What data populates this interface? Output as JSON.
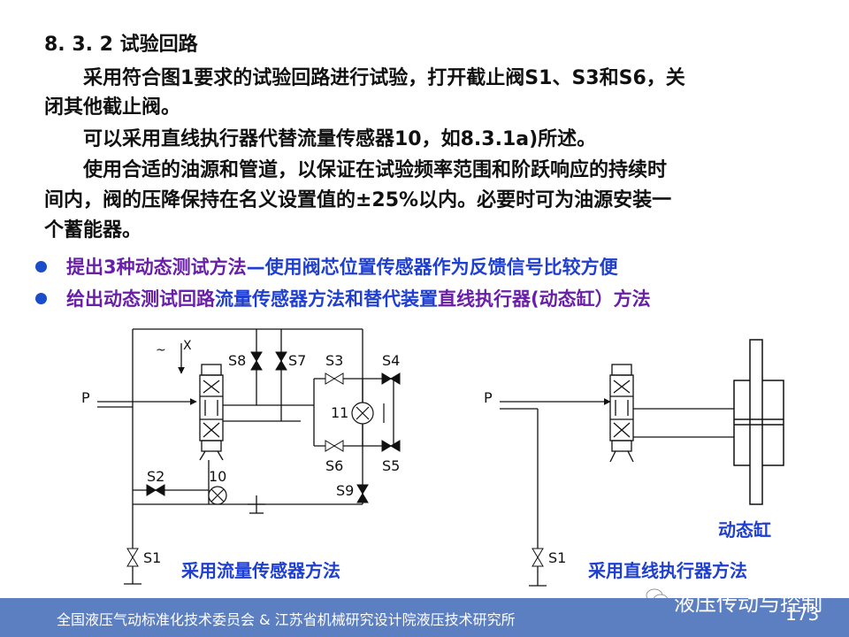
{
  "heading": "8. 3. 2 试验回路",
  "paragraph_lines": [
    "　　采用符合图1要求的试验回路进行试验，打开截止阀S1、S3和S6，关",
    "闭其他截止阀。",
    "　　可以采用直线执行器代替流量传感器10，如8.3.1a)所述。",
    "　　使用合适的油源和管道，以保证在试验频率范围和阶跃响应的持续时",
    "间内，阀的压降保持在名义设置值的±25%以内。必要时可为油源安装一",
    "个蓄能器。"
  ],
  "bullets": [
    {
      "a": "提出3种动态测试方法",
      "b": "—使用阀芯位置传感器作为反馈信号比较方便"
    },
    {
      "a": "给出动态测试回路",
      "b": "流量传感器方法和替代装置",
      "c": "直线执行器(动态缸）方法"
    }
  ],
  "diagram_left": {
    "labels": {
      "p": "P",
      "x": "X",
      "s8": "S8",
      "s7": "S7",
      "s3": "S3",
      "s4": "S4",
      "n11": "11",
      "s6": "S6",
      "s5": "S5",
      "s9": "S9",
      "s2": "S2",
      "n10": "10",
      "s1": "S1",
      "tilde": "~"
    },
    "caption": "采用流量传感器方法"
  },
  "diagram_right": {
    "labels": {
      "p": "P",
      "s1": "S1",
      "cyl": "动态缸"
    },
    "caption": "采用直线执行器方法"
  },
  "colors": {
    "footer_bg": "#5b7fc0",
    "caption": "#1f3fd0",
    "bullet_dot": "#1a4dcc",
    "text_purple": "#6a1fa8"
  },
  "footer": {
    "org": "全国液压气动标准化技术委员会  &  江苏省机械研究设计院液压技术研究所",
    "brand": "液压传动与控制",
    "page": "173"
  }
}
